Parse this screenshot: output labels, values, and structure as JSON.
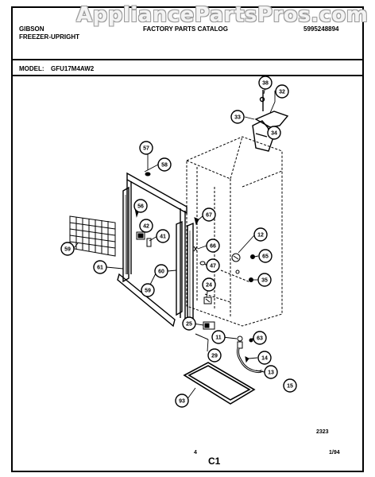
{
  "watermark": "AppliancePartsPros.com",
  "header": {
    "brand": "GIBSON",
    "product": "FREEZER-UPRIGHT",
    "catalog_title": "FACTORY PARTS CATALOG",
    "catalog_number": "5995248894",
    "model_label": "MODEL:",
    "model_number": "GFU17M4AW2"
  },
  "callouts": [
    "38",
    "32",
    "33",
    "34",
    "57",
    "58",
    "56",
    "42",
    "41",
    "67",
    "66",
    "12",
    "65",
    "59",
    "61",
    "60",
    "47",
    "35",
    "24",
    "25",
    "11",
    "63",
    "29",
    "14",
    "13",
    "15",
    "93"
  ],
  "footer": {
    "drawing_code": "2323",
    "page_number": "4",
    "section": "C1",
    "date": "1/94"
  }
}
